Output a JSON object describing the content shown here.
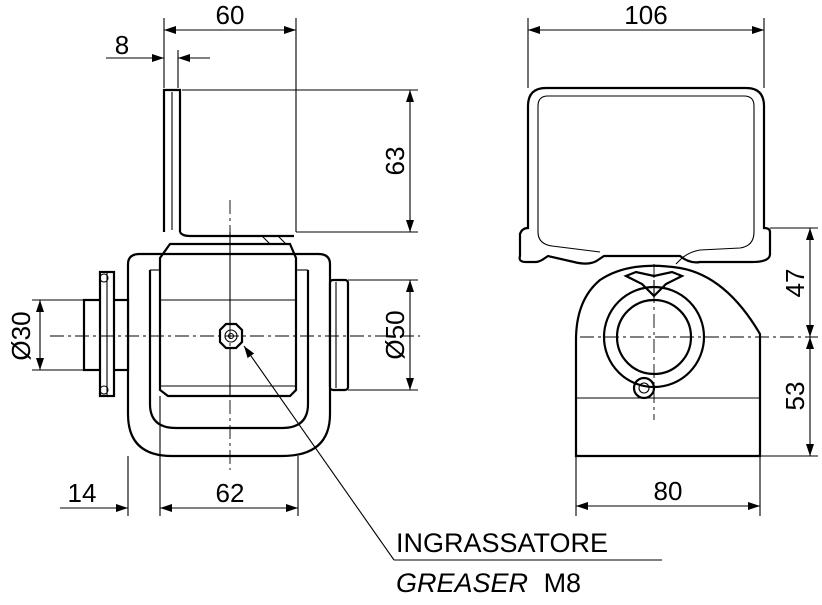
{
  "dimensions": {
    "width_60": "60",
    "offset_8": "8",
    "height_63": "63",
    "diameter_30": "Ø30",
    "diameter_50": "Ø50",
    "width_14": "14",
    "width_62": "62",
    "width_106": "106",
    "height_47": "47",
    "height_53": "53",
    "width_80": "80"
  },
  "callout": {
    "label_it": "INGRASSATORE",
    "label_en": "GREASER",
    "thread": "M8"
  }
}
